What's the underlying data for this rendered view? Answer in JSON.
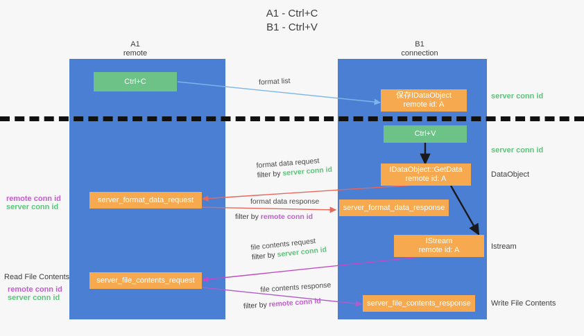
{
  "title": {
    "line1": "A1 - Ctrl+C",
    "line2": "B1 - Ctrl+V"
  },
  "lanes": [
    {
      "id": "a1",
      "name": "A1",
      "subtitle": "remote"
    },
    {
      "id": "b1",
      "name": "B1",
      "subtitle": "connection"
    }
  ],
  "boxes": {
    "ctrl_c": {
      "text": "Ctrl+C",
      "color": "#6cc287"
    },
    "save_idataobject": {
      "line1": "保存IDataObject",
      "line2": "remote id: A",
      "color": "#f6a94e"
    },
    "ctrl_v": {
      "text": "Ctrl+V",
      "color": "#6cc287"
    },
    "getdata": {
      "line1": "IDataObject::GetData",
      "line2": "remote id: A",
      "color": "#f6a94e"
    },
    "format_data_request": {
      "text": "server_format_data_request",
      "color": "#f6a94e"
    },
    "format_data_response": {
      "text": "server_format_data_response",
      "color": "#f6a94e"
    },
    "istream": {
      "line1": "IStream",
      "line2": "remote id: A",
      "color": "#f6a94e"
    },
    "file_contents_request": {
      "text": "server_file_contents_request",
      "color": "#f6a94e"
    },
    "file_contents_response": {
      "text": "server_file_contents_response",
      "color": "#f6a94e"
    }
  },
  "connectors": {
    "format_list": {
      "label": "format list"
    },
    "format_data_request": {
      "label": "format data request",
      "filter_prefix": "filter by ",
      "filter_value": "server conn id",
      "filter_color": "#5cc47a"
    },
    "format_data_response": {
      "label": "format data response",
      "filter_prefix": "filter by ",
      "filter_value": "remote conn id",
      "filter_color": "#c45cd0"
    },
    "file_contents_request": {
      "label": "file contents request",
      "filter_prefix": "filter by ",
      "filter_value": "server conn id",
      "filter_color": "#5cc47a"
    },
    "file_contents_response": {
      "label": "file contents response",
      "filter_prefix": "filter by ",
      "filter_value": "remote conn id",
      "filter_color": "#c45cd0"
    }
  },
  "right_labels": {
    "server_conn_id_top": "server conn id",
    "server_conn_id_mid": "server conn id",
    "dataobject": "DataObject",
    "istream": "Istream",
    "write_file_contents": "Write File Contents"
  },
  "left_labels": {
    "remote_conn_id_1": "remote conn id",
    "server_conn_id_1": "server conn id",
    "read_file_contents": "Read File Contents",
    "remote_conn_id_2": "remote conn id",
    "server_conn_id_2": "server conn id"
  },
  "colors": {
    "lane": "#4a7fd4",
    "green_box": "#6cc287",
    "orange_box": "#f6a94e",
    "server_conn_id": "#5cc47a",
    "remote_conn_id": "#c45cd0",
    "arrow_blue": "#7db6e8",
    "arrow_red": "#e8685c",
    "arrow_magenta": "#c council",
    "background": "#f7f7f7",
    "divider": "#111111"
  }
}
